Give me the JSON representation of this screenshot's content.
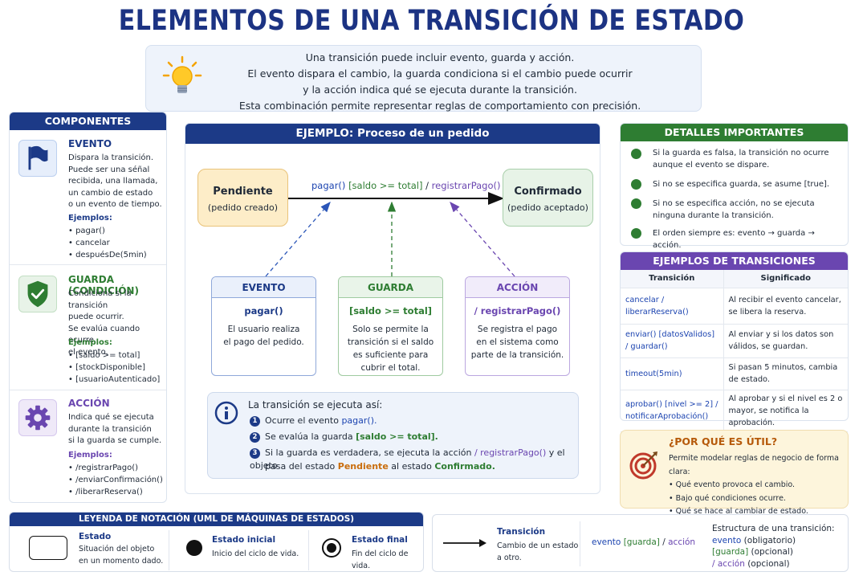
{
  "title": "ELEMENTOS DE UNA TRANSICIÓN DE ESTADO",
  "intro": [
    "Una transición puede incluir evento, guarda y acción.",
    "El evento dispara el cambio, la guarda condiciona si el cambio puede ocurrir",
    "y la acción indica qué se ejecuta durante la transición.",
    "Esta combinación permite representar reglas de comportamiento con precisión."
  ],
  "components": {
    "heading": "COMPONENTES",
    "items": [
      {
        "title": "EVENTO",
        "desc": [
          "Dispara la transición.",
          "Puede ser una séñal",
          "recibida, una llamada,",
          "un cambio de estado",
          "o un evento de tiempo."
        ],
        "examples_label": "Ejemplos:",
        "examples": [
          "pagar()",
          "cancelar",
          "despuésDe(5min)"
        ]
      },
      {
        "title": "GUARDA (CONDICIÓN)",
        "desc": [
          "Condiciona si la transición",
          "puede ocurrir.",
          "Se evalúa cuando ocurre",
          "el evento."
        ],
        "examples_label": "Ejemplos:",
        "examples": [
          "[saldo >= total]",
          "[stockDisponible]",
          "[usuarioAutenticado]"
        ]
      },
      {
        "title": "ACCIÓN",
        "desc": [
          "Indica qué se ejecuta",
          "durante la transición",
          "si la guarda se cumple."
        ],
        "examples_label": "Ejemplos:",
        "examples": [
          "/registrarPago()",
          "/enviarConfirmación()",
          "/liberarReserva()"
        ]
      }
    ]
  },
  "example": {
    "heading": "EJEMPLO: Proceso de un pedido",
    "state_from": {
      "name": "Pendiente",
      "desc": "(pedido creado)"
    },
    "state_to": {
      "name": "Confirmado",
      "desc": "(pedido aceptado)"
    },
    "transition_event": "pagar()",
    "transition_guard": "[saldo >= total]",
    "transition_sep": "/",
    "transition_action": "registrarPago()",
    "cards": [
      {
        "title": "EVENTO",
        "main": "pagar()",
        "text": [
          "El usuario realiza",
          "el pago del pedido."
        ]
      },
      {
        "title": "GUARDA",
        "main": "[saldo >= total]",
        "text": [
          "Solo se permite la",
          "transición si el saldo",
          "es suficiente para",
          "cubrir el total."
        ]
      },
      {
        "title": "ACCIÓN",
        "main": "/ registrarPago()",
        "text": [
          "Se registra el pago",
          "en el sistema como",
          "parte de la transición."
        ]
      }
    ],
    "info": {
      "lead": "La transición se ejecuta así:",
      "s1_a": "Ocurre el evento ",
      "s1_b": "pagar().",
      "s2_a": "Se evalúa la guarda ",
      "s2_b": "[saldo >= total].",
      "s3_a": "Si la guarda es verdadera, se ejecuta la acción ",
      "s3_b": "/ registrarPago()",
      "s3_c": " y el objeto",
      "s3_d": "pasa del estado ",
      "s3_e": "Pendiente",
      "s3_f": " al estado ",
      "s3_g": "Confirmado."
    }
  },
  "details": {
    "heading": "DETALLES IMPORTANTES",
    "items": [
      [
        "Si la guarda es falsa, la transición no ocurre",
        "aunque el evento se dispare."
      ],
      [
        "Si no se especifica guarda, se asume [true]."
      ],
      [
        "Si no se especifica acción, no se ejecuta",
        "ninguna durante la transición."
      ],
      [
        "El orden siempre es: evento → guarda → acción."
      ]
    ]
  },
  "transitions_table": {
    "heading": "EJEMPLOS DE TRANSICIONES",
    "col1": "Transición",
    "col2": "Significado",
    "rows": [
      {
        "t": "cancelar / liberarReserva()",
        "m": "Al recibir el evento cancelar, se libera la reserva."
      },
      {
        "t": "enviar() [datosValidos] / guardar()",
        "m": "Al enviar y si los datos son válidos, se guardan."
      },
      {
        "t": "timeout(5min)",
        "m": "Si pasan 5 minutos, cambia de estado."
      },
      {
        "t": "aprobar() [nivel >= 2] / notificarAprobación()",
        "m": "Al aprobar y si el nivel es 2 o mayor, se notifica la aprobación."
      }
    ]
  },
  "why": {
    "heading": "¿POR QUÉ ES ÚTIL?",
    "lead": "Permite modelar reglas de negocio de forma clara:",
    "items": [
      "Qué evento provoca el cambio.",
      "Bajo qué condiciones ocurre.",
      "Qué se hace al cambiar de estado."
    ]
  },
  "legend": {
    "heading": "LEYENDA DE NOTACIÓN (UML DE MÁQUINAS DE ESTADOS)",
    "estado_t": "Estado",
    "estado_d": [
      "Situación del objeto",
      "en un momento dado."
    ],
    "inicial_t": "Estado inicial",
    "inicial_d": "Inicio del ciclo de vida.",
    "final_t": "Estado final",
    "final_d": "Fin del ciclo de vida.",
    "trans_t": "Transición",
    "trans_d": [
      "Cambio de un estado",
      "a otro."
    ],
    "syntax_event": "evento",
    "syntax_guard": "[guarda]",
    "syntax_sep": "/",
    "syntax_action": "acción",
    "struct_t": "Estructura de una transición:",
    "struct_1a": "evento",
    "struct_1b": " (obligatorio)",
    "struct_2a": "[guarda]",
    "struct_2b": " (opcional)",
    "struct_3a": "/ acción",
    "struct_3b": " (opcional)"
  },
  "colors": {
    "navy": "#1c3a87",
    "green": "#2e7d32",
    "purple": "#6a46b0",
    "orange": "#c96d0c"
  }
}
